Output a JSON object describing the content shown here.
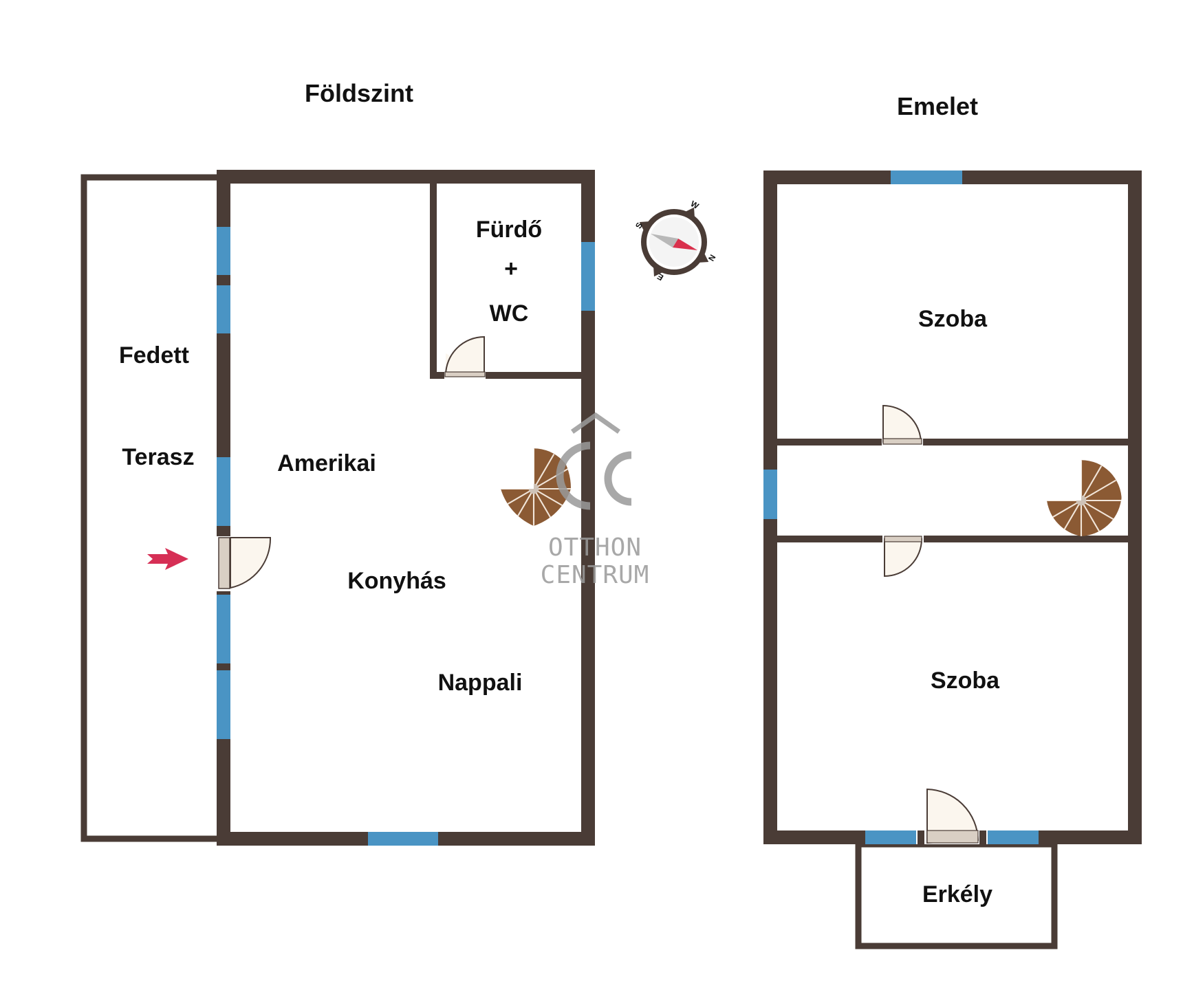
{
  "floors": {
    "ground": {
      "title": "Földszint"
    },
    "upper": {
      "title": "Emelet"
    }
  },
  "rooms": {
    "fedett": "Fedett",
    "terasz": "Terasz",
    "furdo": "Fürdő",
    "plus": "+",
    "wc": "WC",
    "amerikai": "Amerikai",
    "konyhas": "Konyhás",
    "nappali": "Nappali",
    "szoba_top": "Szoba",
    "szoba_bottom": "Szoba",
    "erkely": "Erkély"
  },
  "compass": {
    "s": "S",
    "w": "W",
    "n": "N",
    "e": "E"
  },
  "watermark": {
    "line1": "OTTHON",
    "line2": "CENTRUM"
  },
  "colors": {
    "wall": "#4a3c36",
    "window": "#4a94c4",
    "door_fill": "#fbf6ee",
    "door_step": "#d9cfc4",
    "stair": "#8b5a34",
    "arrow": "#d62f55",
    "compass_needle": "#d9304c",
    "watermark": "#9a9a9a"
  }
}
